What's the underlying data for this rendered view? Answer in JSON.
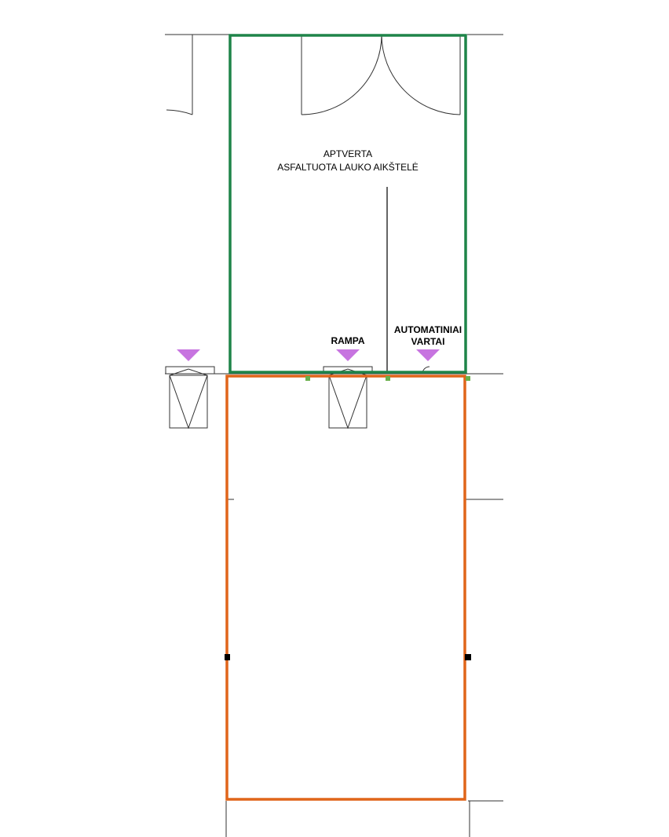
{
  "labels": {
    "area_line1": "APTVERTA",
    "area_line2": "ASFALTUOTA LAUKO AIKŠTELĖ",
    "ramp": "RAMPA",
    "gate_line1": "AUTOMATINIAI",
    "gate_line2": "VARTAI"
  },
  "colors": {
    "outdoor_area_outline": "#1E8449",
    "building_outline": "#E0651A",
    "marker_fill": "#C774E0",
    "wall_lines": "#333333",
    "door_markers": "#6AB04C"
  },
  "markers": [
    "marker-triangle-icon",
    "marker-triangle-icon",
    "marker-triangle-icon"
  ]
}
